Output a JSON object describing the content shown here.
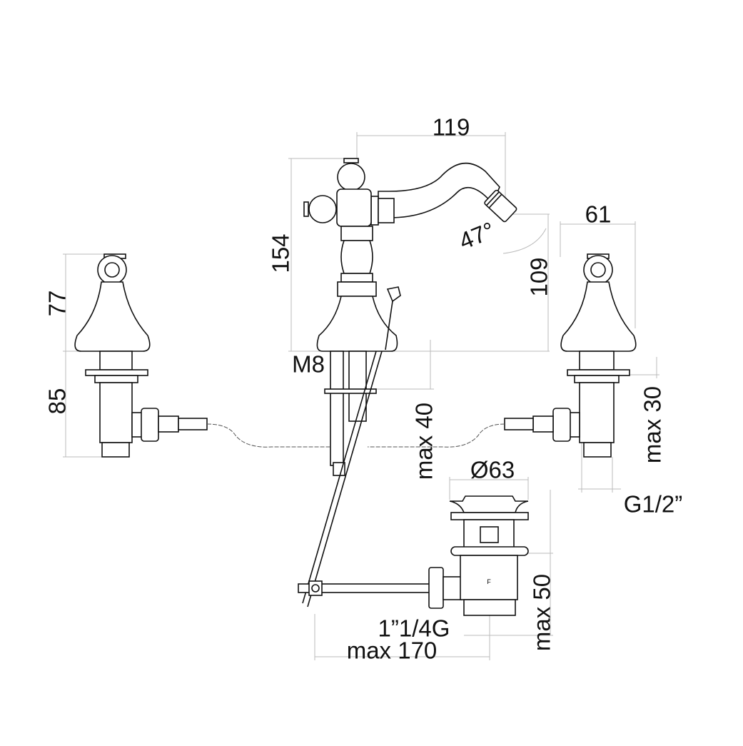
{
  "title": "Three-hole bidet mixer technical drawing",
  "dimensions": {
    "spout_reach": "119",
    "mixer_height": "154",
    "valve_spacing": "61",
    "valve_height": "77",
    "valve_shank": "85",
    "spout_angle": "47°",
    "spout_height": "109",
    "lift_rod_thread": "M8",
    "max_deck_mixer": "max 40",
    "max_deck_valve": "max 30",
    "waste_diameter": "Ø63",
    "valve_connection": "G1/2”",
    "waste_thread": "1”1/4G",
    "max_rod_length": "max 170",
    "max_waste_deck": "max 50"
  },
  "waste_marking": "F"
}
